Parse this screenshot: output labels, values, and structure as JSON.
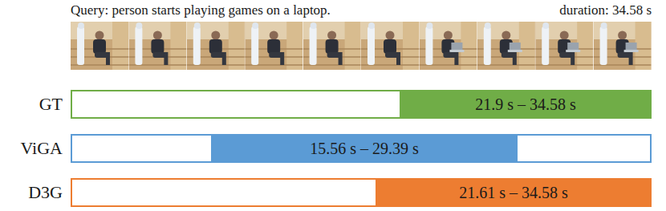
{
  "diagram": {
    "title": "Query: person starts playing games on a laptop.",
    "nodes": [
      {
        "text": [
          "GT"
        ]
      },
      {
        "text": [
          "21.9 s – 34.58 s"
        ],
        "in": 0
      },
      {
        "text": [
          "ViGA"
        ]
      },
      {
        "text": [
          "15.56 s – 29.39 s"
        ],
        "in": 2
      },
      {
        "text": [
          "D3G"
        ]
      },
      {
        "text": [
          "21.61 s – 34.58 s"
        ],
        "in": 4
      }
    ],
    "labels": [
      "duration: 34.58 s"
    ]
  }
}
